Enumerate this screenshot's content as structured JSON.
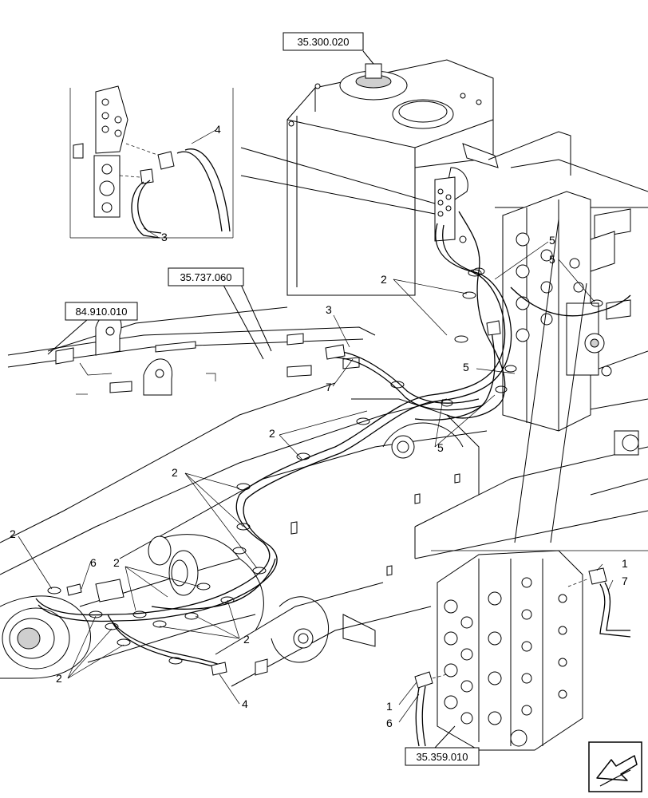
{
  "references": {
    "tank": "35.300.020",
    "hoses": "35.737.060",
    "frame": "84.910.010",
    "valve": "35.359.010"
  },
  "callouts": {
    "clamp": "2",
    "hose_3": "3",
    "hose_4": "4",
    "clip": "5",
    "hose_6": "6",
    "hose_7": "7",
    "fitting_1": "1"
  },
  "icons": {
    "navigation": "arrow-icon"
  }
}
